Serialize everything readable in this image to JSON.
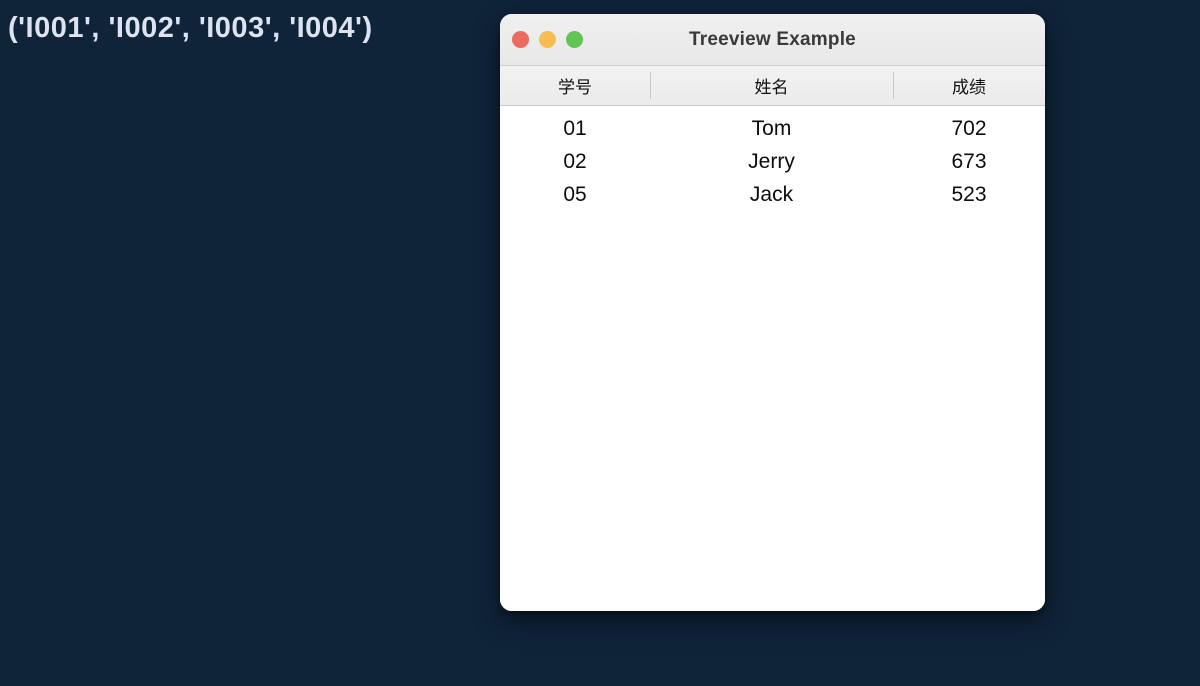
{
  "desktop": {
    "output_text": "('I001', 'I002', 'I003', 'I004')",
    "background_color": "#0f2339",
    "text_color": "#dde3f0"
  },
  "window": {
    "title": "Treeview Example",
    "titlebar_color": "#ececec",
    "traffic_lights": [
      {
        "name": "close-button",
        "color": "#ed6a5e"
      },
      {
        "name": "minimize-button",
        "color": "#f5be4f"
      },
      {
        "name": "zoom-button",
        "color": "#61c454"
      }
    ]
  },
  "treeview": {
    "columns": [
      {
        "key": "id",
        "label": "学号"
      },
      {
        "key": "name",
        "label": "姓名"
      },
      {
        "key": "score",
        "label": "成绩"
      }
    ],
    "rows": [
      {
        "id": "01",
        "name": "Tom",
        "score": "702"
      },
      {
        "id": "02",
        "name": "Jerry",
        "score": "673"
      },
      {
        "id": "05",
        "name": "Jack",
        "score": "523"
      }
    ]
  }
}
